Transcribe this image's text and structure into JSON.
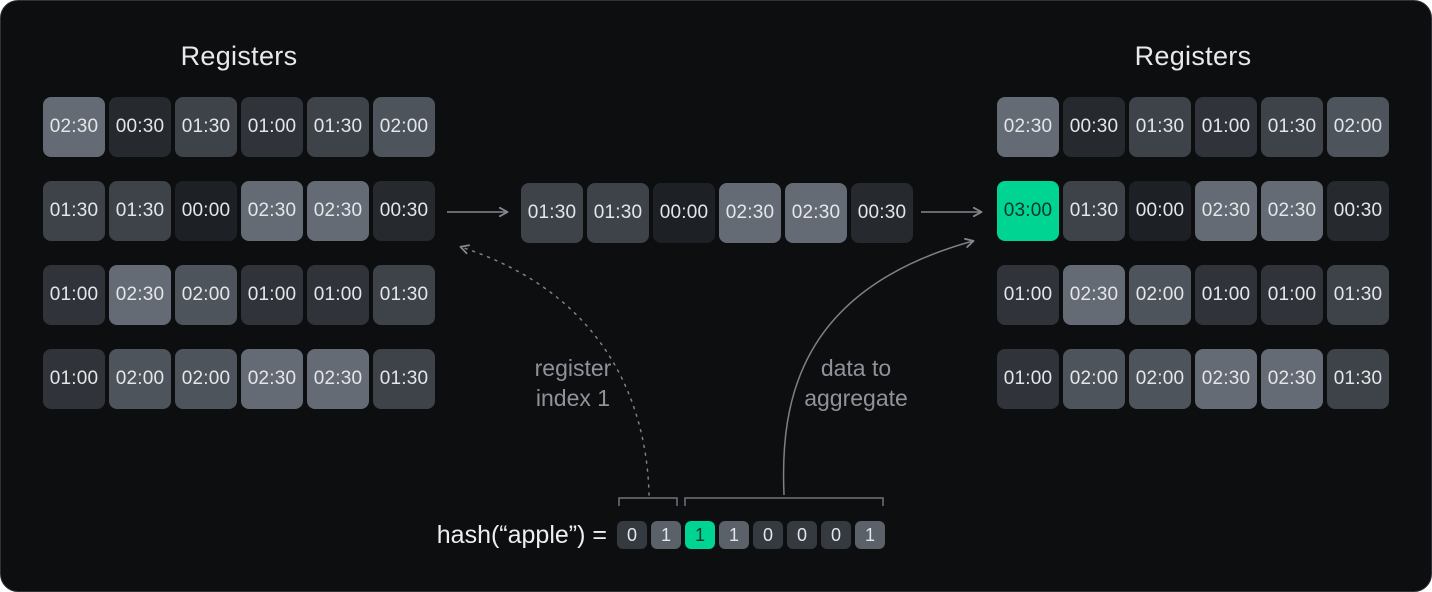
{
  "left_registers": {
    "title": "Registers",
    "rows": [
      [
        "02:30",
        "00:30",
        "01:30",
        "01:00",
        "01:30",
        "02:00"
      ],
      [
        "01:30",
        "01:30",
        "00:00",
        "02:30",
        "02:30",
        "00:30"
      ],
      [
        "01:00",
        "02:30",
        "02:00",
        "01:00",
        "01:00",
        "01:30"
      ],
      [
        "01:00",
        "02:00",
        "02:00",
        "02:30",
        "02:30",
        "01:30"
      ]
    ]
  },
  "middle_row": [
    "01:30",
    "01:30",
    "00:00",
    "02:30",
    "02:30",
    "00:30"
  ],
  "right_registers": {
    "title": "Registers",
    "rows": [
      [
        "02:30",
        "00:30",
        "01:30",
        "01:00",
        "01:30",
        "02:00"
      ],
      [
        "03:00",
        "01:30",
        "00:00",
        "02:30",
        "02:30",
        "00:30"
      ],
      [
        "01:00",
        "02:30",
        "02:00",
        "01:00",
        "01:00",
        "01:30"
      ],
      [
        "01:00",
        "02:00",
        "02:00",
        "02:30",
        "02:30",
        "01:30"
      ]
    ],
    "highlight": {
      "row": 1,
      "col": 0,
      "value": "03:00"
    }
  },
  "annotations": {
    "register_index": "register\nindex 1",
    "data_to_aggregate": "data to\naggregate"
  },
  "hash": {
    "label": "hash(“apple”) =",
    "bits": [
      "0",
      "1",
      "1",
      "1",
      "0",
      "0",
      "0",
      "1"
    ],
    "highlight_index": 2
  },
  "colors": {
    "accent": "#00d492",
    "accent_text": "#0b362a",
    "cell_text": "#e4e6e9",
    "cell_shades": {
      "00:00": {
        "bg": "#1d2024"
      },
      "00:30": {
        "bg": "#26292d"
      },
      "01:00": {
        "bg": "#30343a"
      },
      "01:30": {
        "bg": "#3e434a"
      },
      "02:00": {
        "bg": "#4e545c"
      },
      "02:30": {
        "bg": "#646b74"
      },
      "03:00": {
        "bg": "#00d492",
        "fg": "#0b362a"
      }
    },
    "bit_shades": {
      "0": "#353a40",
      "1": "#5b6169"
    }
  }
}
